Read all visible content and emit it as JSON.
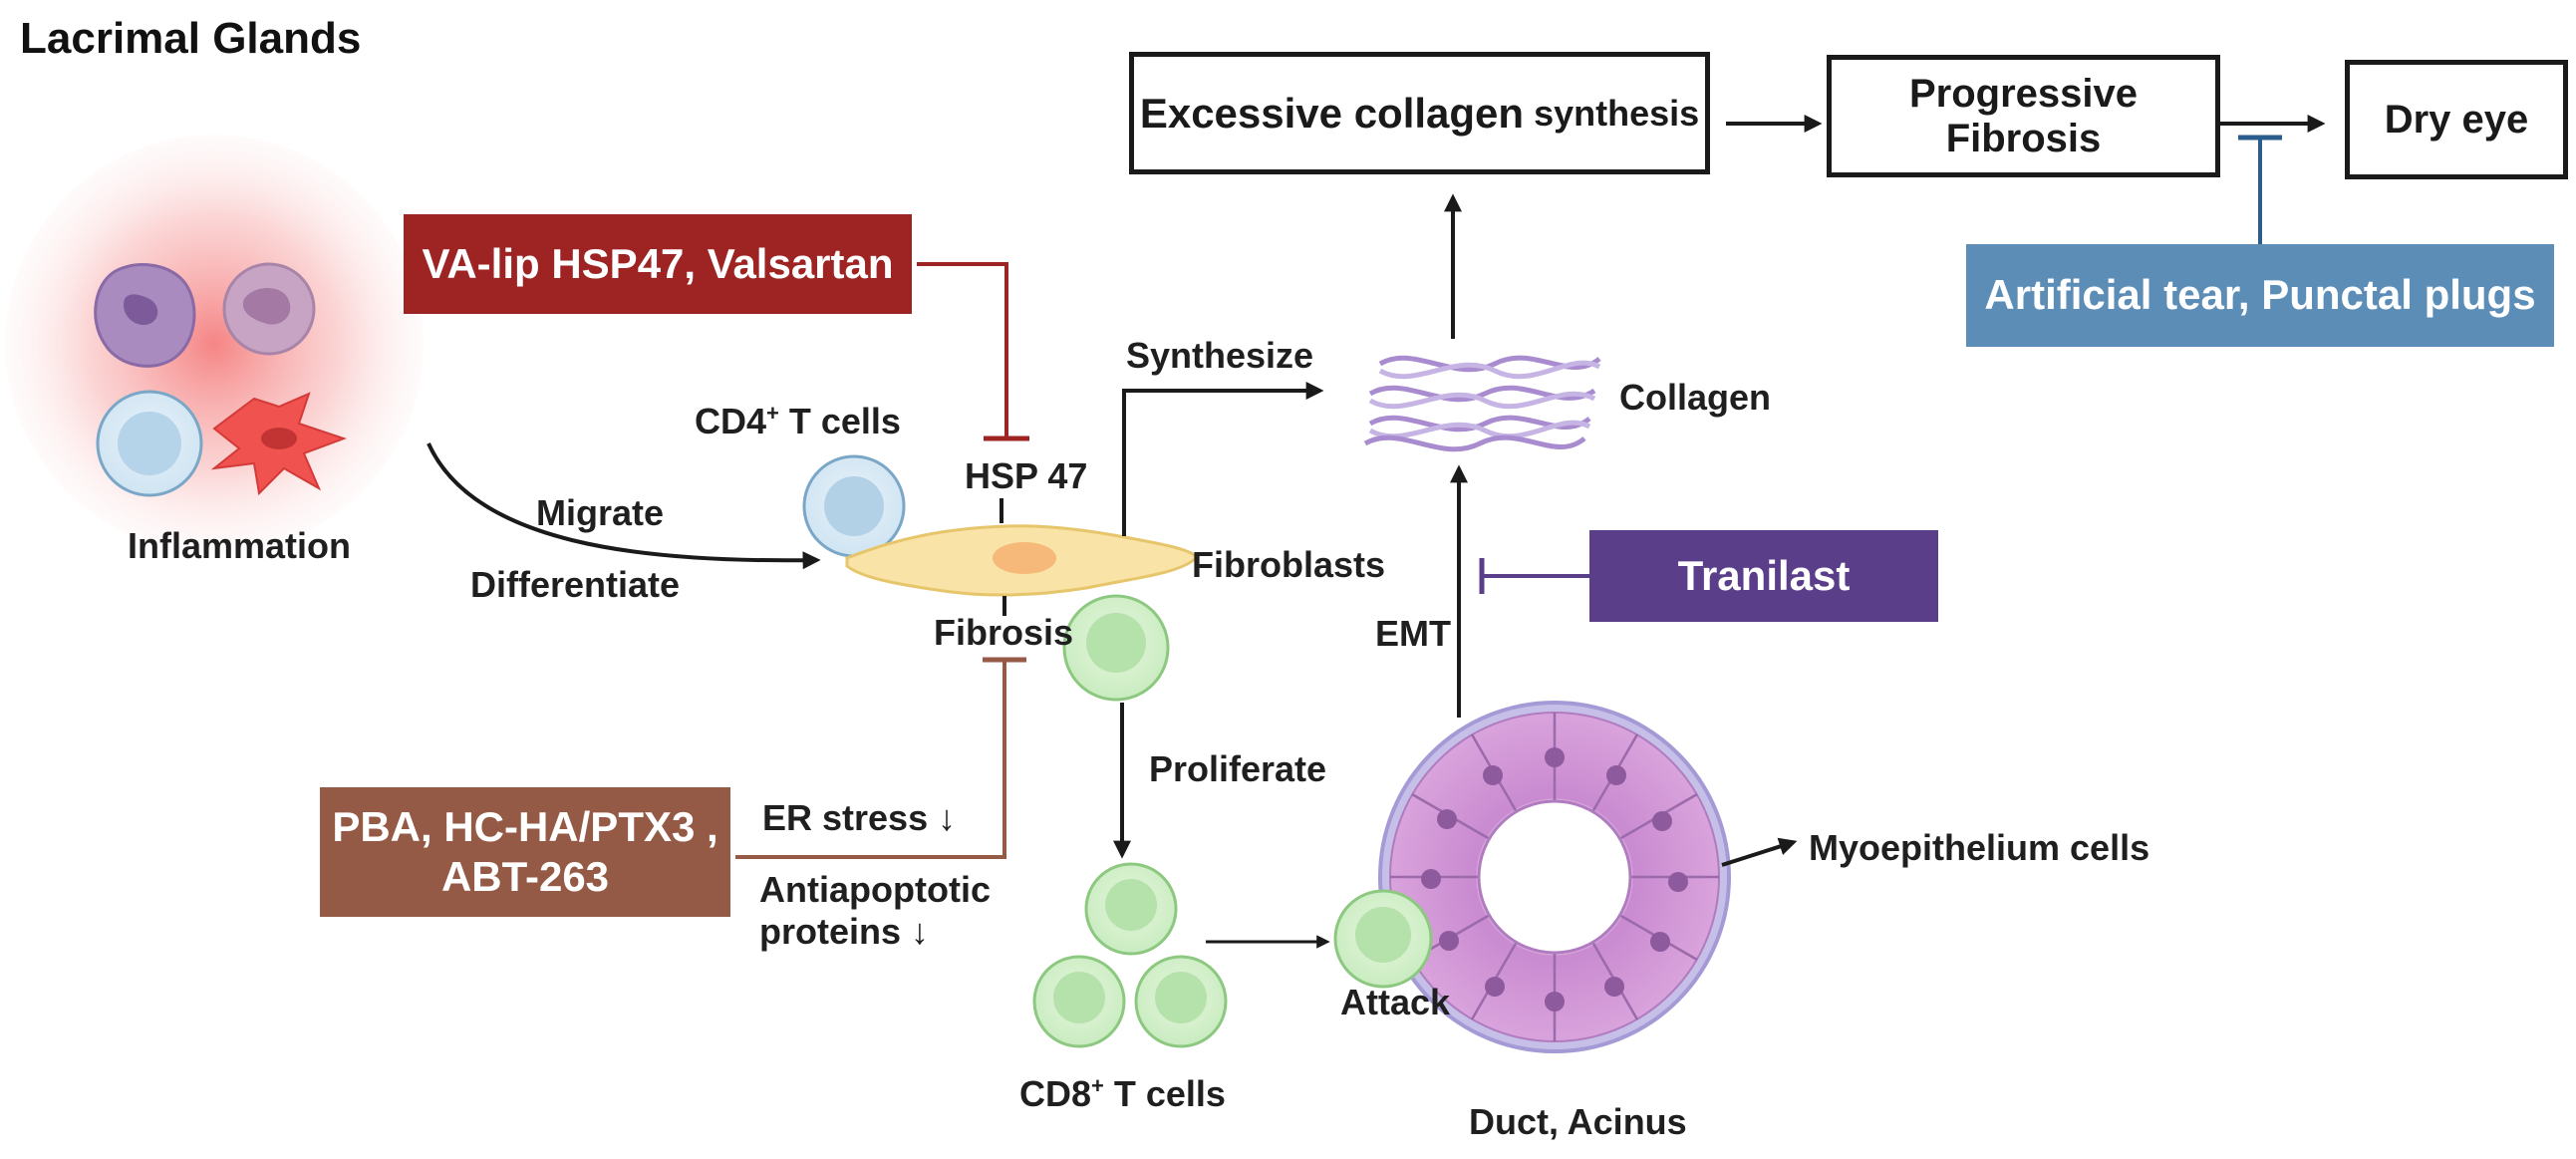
{
  "title": "Lacrimal Glands",
  "boxes": {
    "collagen_synthesis_main": "Excessive collagen",
    "collagen_synthesis_suffix": "synthesis",
    "progressive_fibrosis": "Progressive Fibrosis",
    "dry_eye": "Dry eye"
  },
  "drugs": {
    "va_lip": "VA-lip HSP47, Valsartan",
    "artificial_tear": "Artificial tear, Punctal plugs",
    "tranilast": "Tranilast",
    "pba_line1": "PBA, HC-HA/PTX3 ,",
    "pba_line2": "ABT-263"
  },
  "labels": {
    "inflammation": "Inflammation",
    "migrate": "Migrate",
    "differentiate": "Differentiate",
    "cd4_prefix": "CD4",
    "cd4_sup": "+",
    "cd4_suffix": " T cells",
    "hsp47": "HSP 47",
    "fibroblasts": "Fibroblasts",
    "fibrosis": "Fibrosis",
    "synthesize": "Synthesize",
    "collagen": "Collagen",
    "emt": "EMT",
    "proliferate": "Proliferate",
    "er_stress": "ER stress ↓",
    "antiapoptotic_line1": "Antiapoptotic",
    "antiapoptotic_line2": "proteins ↓",
    "cd8_prefix": "CD8",
    "cd8_sup": "+",
    "cd8_suffix": " T cells",
    "attack": "Attack",
    "myoepithelium": "Myoepithelium cells",
    "duct_acinus": "Duct, Acinus"
  },
  "colors": {
    "red_drug": "#9e2424",
    "blue_drug": "#5b8db7",
    "purple_drug": "#5a3e8a",
    "brown_drug": "#945a45",
    "arrow": "#1a1a1a"
  }
}
